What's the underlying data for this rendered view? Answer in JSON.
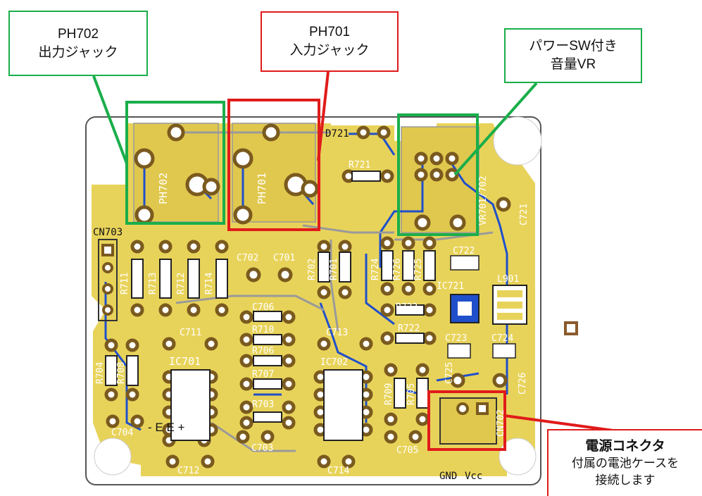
{
  "colors": {
    "board": "#E8D35A",
    "trace": "#1F4FCB",
    "highlight_green": "#1AAE4A",
    "highlight_red": "#E01B1B",
    "pad": "#7A5A1E"
  },
  "callouts": {
    "ph702": {
      "line1": "PH702",
      "line2": "出力ジャック"
    },
    "ph701": {
      "line1": "PH701",
      "line2": "入力ジャック"
    },
    "vr": {
      "line1": "パワーSW付き",
      "line2": "音量VR"
    },
    "power": {
      "title": "電源コネクタ",
      "line1": "付属の電池ケースを",
      "line2": "接続します"
    }
  },
  "pcb_labels": {
    "ph702": "PH702",
    "ph701": "PH701",
    "d721": "D721",
    "r721": "R721",
    "vr701": "VR701/702",
    "c721": "C721",
    "cn703": "CN703",
    "r711": "R711",
    "r713": "R713",
    "r712": "R712",
    "r714": "R714",
    "c702": "C702",
    "c701": "C701",
    "r702": "R702",
    "r701": "R701",
    "r724": "R724",
    "r726": "R726",
    "r725": "R725",
    "c722": "C722",
    "ic721": "IC721",
    "l901": "L901",
    "r723": "R723",
    "r722": "R722",
    "c706": "C706",
    "r710": "R710",
    "c711": "C711",
    "c713": "C713",
    "c723": "C723",
    "c724": "C724",
    "r706": "R706",
    "ic701": "IC701",
    "ic702": "IC702",
    "r704": "R704",
    "r708": "R708",
    "r707": "R707",
    "r709": "R709",
    "r705": "R705",
    "c725": "C725",
    "c726": "C726",
    "r703": "R703",
    "c704": "C704",
    "c703": "C703",
    "c705": "C705",
    "c712": "C712",
    "c714": "C714",
    "cn702": "CN702",
    "gnd": "GND",
    "vcc": "Vcc",
    "e_label": "- E E +"
  }
}
